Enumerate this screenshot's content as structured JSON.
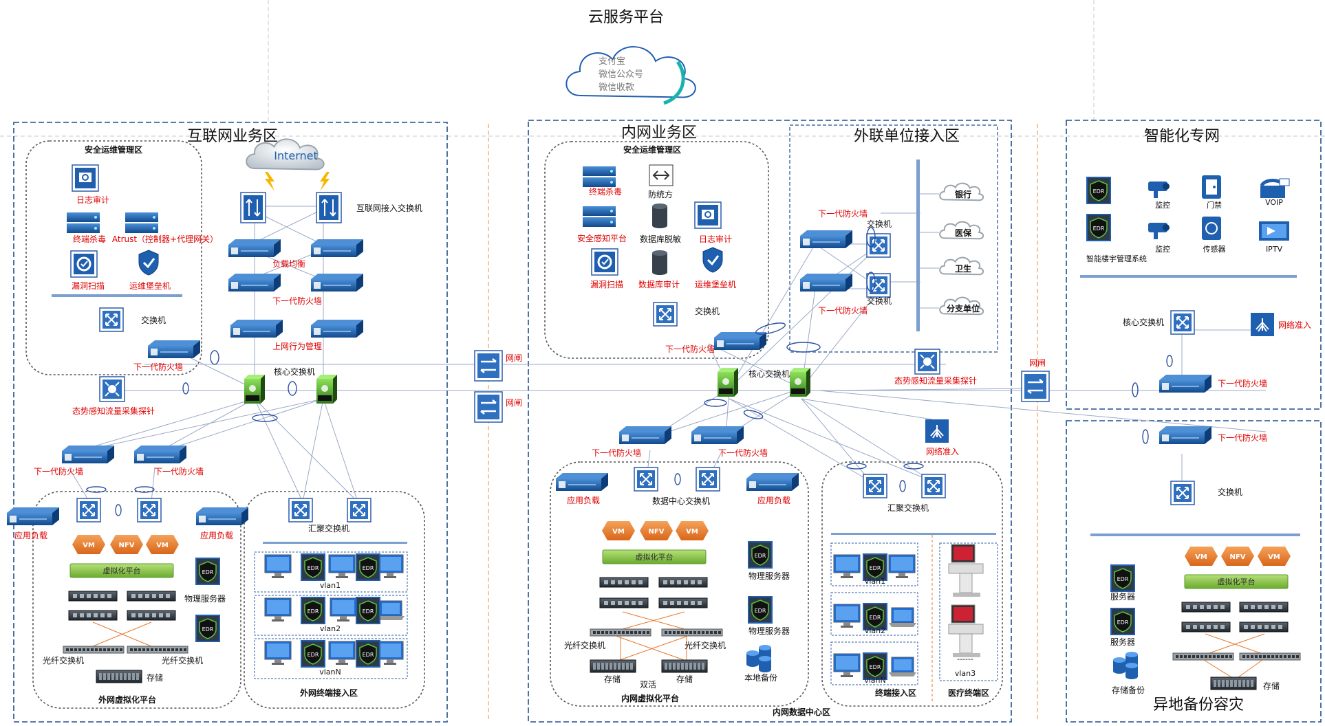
{
  "title": "云服务平台",
  "cloud_service": [
    "支付宝",
    "微信公众号",
    "微信收款"
  ],
  "internet": "Internet",
  "zones": {
    "internet": "互联网业务区",
    "intranet": "内网业务区",
    "external": "外联单位接入区",
    "smart": "智能化专网",
    "backup": "异地备份容灾"
  },
  "internet_zone": {
    "mgmt_title": "安全运维管理区",
    "mgmt_items": [
      "日志审计",
      "终端杀毒",
      "Atrust（控制器+代理网关）",
      "漏洞扫描",
      "运维堡垒机"
    ],
    "mgmt_switch": "交换机",
    "mgmt_fw": "下一代防火墙",
    "access_switch": "互联网接入交换机",
    "lb": "负载均衡",
    "ngfw": "下一代防火墙",
    "behavior": "上网行为管理",
    "core": "核心交换机",
    "probe": "态势感知流量采集探针",
    "fw_left": "下一代防火墙",
    "fw_right": "下一代防火墙",
    "app_lb_left": "应用负载",
    "app_lb_right": "应用负载",
    "vm": "VM",
    "nfv": "NFV",
    "virt_platform": "虚拟化平台",
    "phys_server": "物理服务器",
    "fiber_left": "光纤交换机",
    "fiber_right": "光纤交换机",
    "storage": "存储",
    "virt_area": "外网虚拟化平台",
    "agg_switch": "汇聚交换机",
    "vlan1": "vlan1",
    "vlan2": "vlan2",
    "vlanN": "vlanN",
    "terminal_area": "外网终端接入区",
    "edr": "EDR"
  },
  "gateway": "网闸",
  "intranet_zone": {
    "mgmt_title": "安全运维管理区",
    "mgmt_items": [
      "终端杀毒",
      "防统方",
      "安全感知平台",
      "数据库脱敏",
      "日志审计",
      "漏洞扫描",
      "数据库审计",
      "运维堡垒机"
    ],
    "mgmt_switch": "交换机",
    "mgmt_fw": "下一代防火墙",
    "core": "核心交换机",
    "probe": "态势感知流量采集探针",
    "net_access": "网络准入",
    "fw1": "下一代防火墙",
    "fw2": "下一代防火墙",
    "app_lb_left": "应用负载",
    "app_lb_right": "应用负载",
    "dc_switch": "数据中心交换机",
    "virt_platform": "虚拟化平台",
    "phys1": "物理服务器",
    "phys2": "物理服务器",
    "fiber_left": "光纤交换机",
    "fiber_right": "光纤交换机",
    "storage": "存储",
    "dual_active": "双活",
    "local_backup": "本地备份",
    "virt_area": "内网虚拟化平台",
    "dc_area": "内网数据中心区",
    "agg_switch": "汇聚交换机",
    "vlan1": "vlan1",
    "vlan2": "vlan2",
    "vlanN": "vlanN",
    "terminal_area": "终端接入区",
    "medical_dash": "------",
    "vlan3": "vlan3",
    "medical_area": "医疗终端区"
  },
  "external_zone": {
    "fw_top": "下一代防火墙",
    "fw_bottom": "下一代防火墙",
    "sw_top": "交换机",
    "sw_bottom": "交换机",
    "units": [
      "银行",
      "医保",
      "卫生",
      "分支单位"
    ]
  },
  "smart_zone": {
    "items": [
      "监控",
      "门禁",
      "VOIP",
      "监控",
      "传感器",
      "IPTV"
    ],
    "bms": "智能楼宇管理系统",
    "core": "核心交换机",
    "net_access": "网络准入",
    "fw": "下一代防火墙"
  },
  "backup_zone": {
    "fw": "下一代防火墙",
    "switch": "交换机",
    "server1": "服务器",
    "server2": "服务器",
    "storage_backup": "存储备份",
    "storage": "存储"
  },
  "colors": {
    "zone_border": "#1f4e8c",
    "red_text": "#e00000",
    "dev_blue": "#1565c0",
    "core_green": "#5cc13a",
    "vm_orange": "#e67e22",
    "virt_green": "#7cc142",
    "orange_divider": "#f08a3c"
  }
}
